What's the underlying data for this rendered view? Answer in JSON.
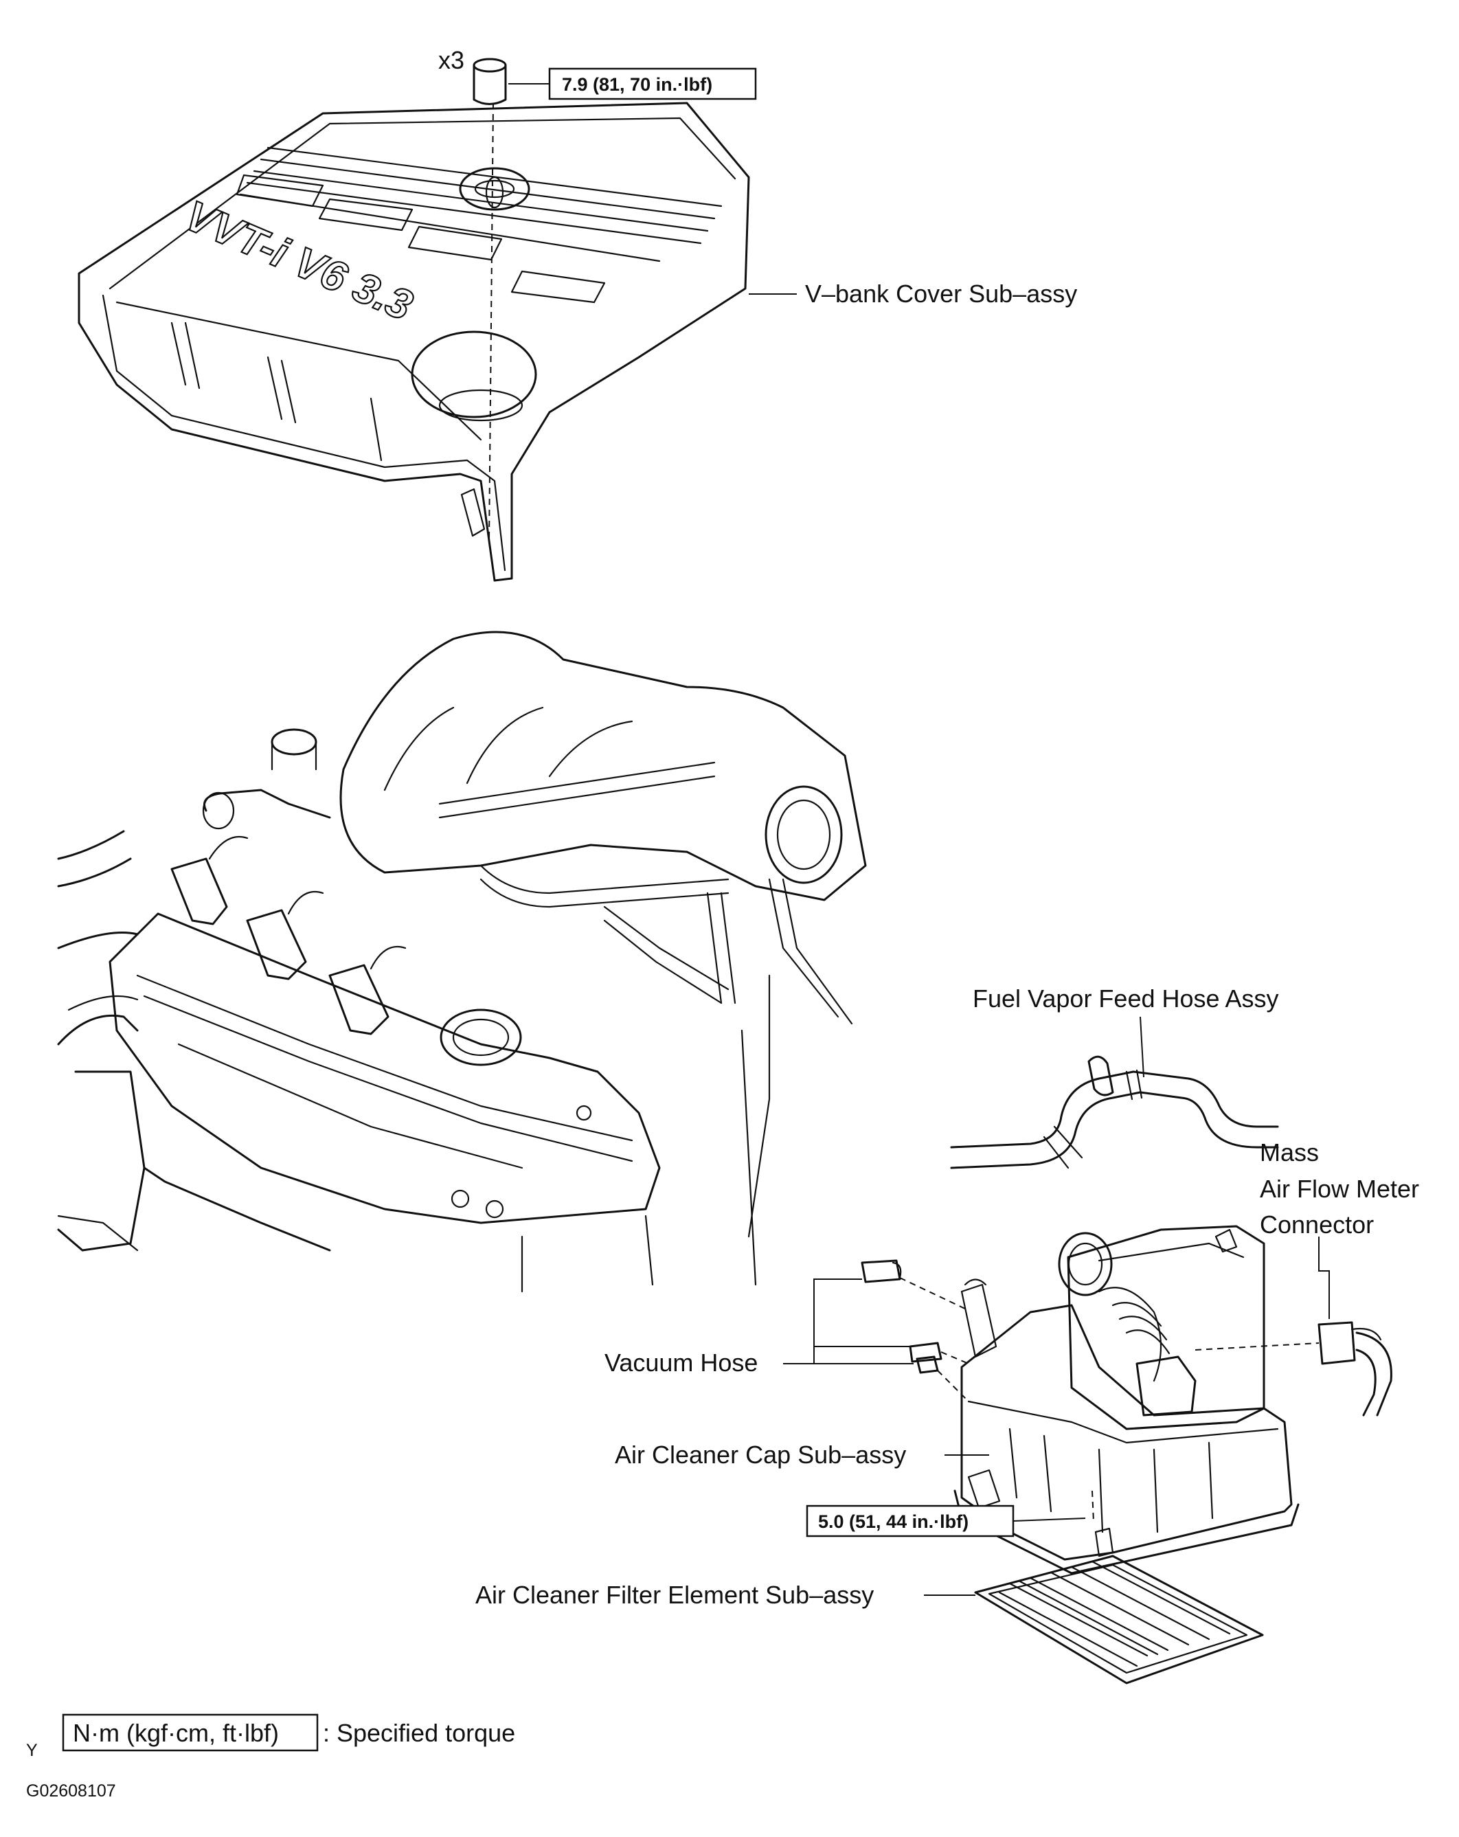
{
  "labels": {
    "qty": "x3",
    "torque_cover": "7.9 (81, 70 in.·lbf)",
    "vbank_cover": "V–bank Cover Sub–assy",
    "fuel_vapor": "Fuel Vapor Feed Hose Assy",
    "maf_line1": "Mass",
    "maf_line2": "Air Flow Meter",
    "maf_line3": "Connector",
    "vacuum_hose": "Vacuum Hose",
    "air_cleaner_cap": "Air Cleaner Cap Sub–assy",
    "torque_cap": "5.0 (51, 44 in.·lbf)",
    "filter_element": "Air Cleaner Filter Element Sub–assy",
    "cover_lettering": "VVT-i V6 3.3"
  },
  "legend": {
    "unit_box": "N·m (kgf·cm, ft·lbf)",
    "text": ": Specified torque"
  },
  "footer": {
    "corner_mark": "Y",
    "figure_id": "G02608107"
  }
}
